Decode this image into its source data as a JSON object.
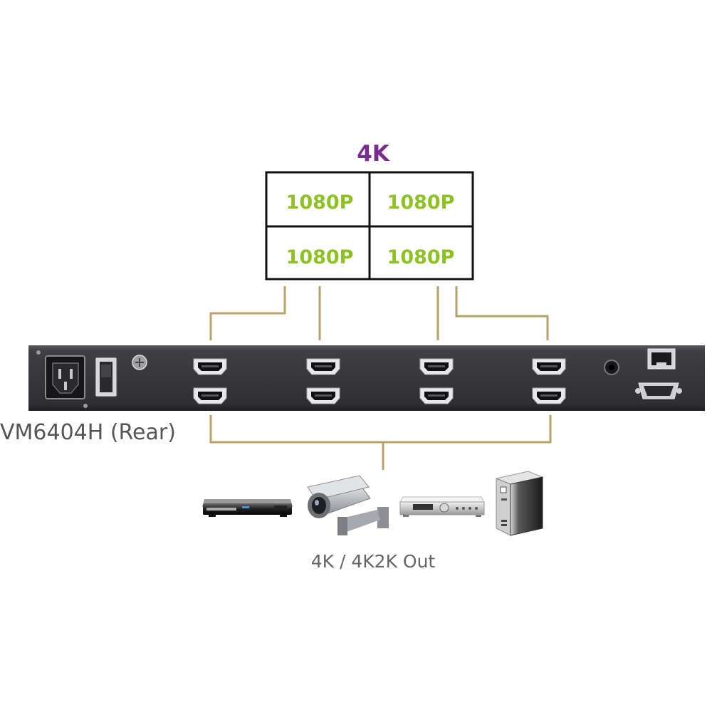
{
  "video_wall": {
    "title": "4K",
    "cells": [
      "1080P",
      "1080P",
      "1080P",
      "1080P"
    ]
  },
  "device": {
    "label": "VM6404H (Rear)"
  },
  "sources": {
    "label": "4K / 4K2K Out",
    "icons": [
      "dvd-player-icon",
      "security-camera-icon",
      "av-receiver-icon",
      "desktop-computer-icon"
    ]
  },
  "colors": {
    "title": "#7b2d8e",
    "cell_text": "#8cc222",
    "cable": "#b5a36a",
    "panel": "#3b3b3f",
    "label": "#555555"
  }
}
